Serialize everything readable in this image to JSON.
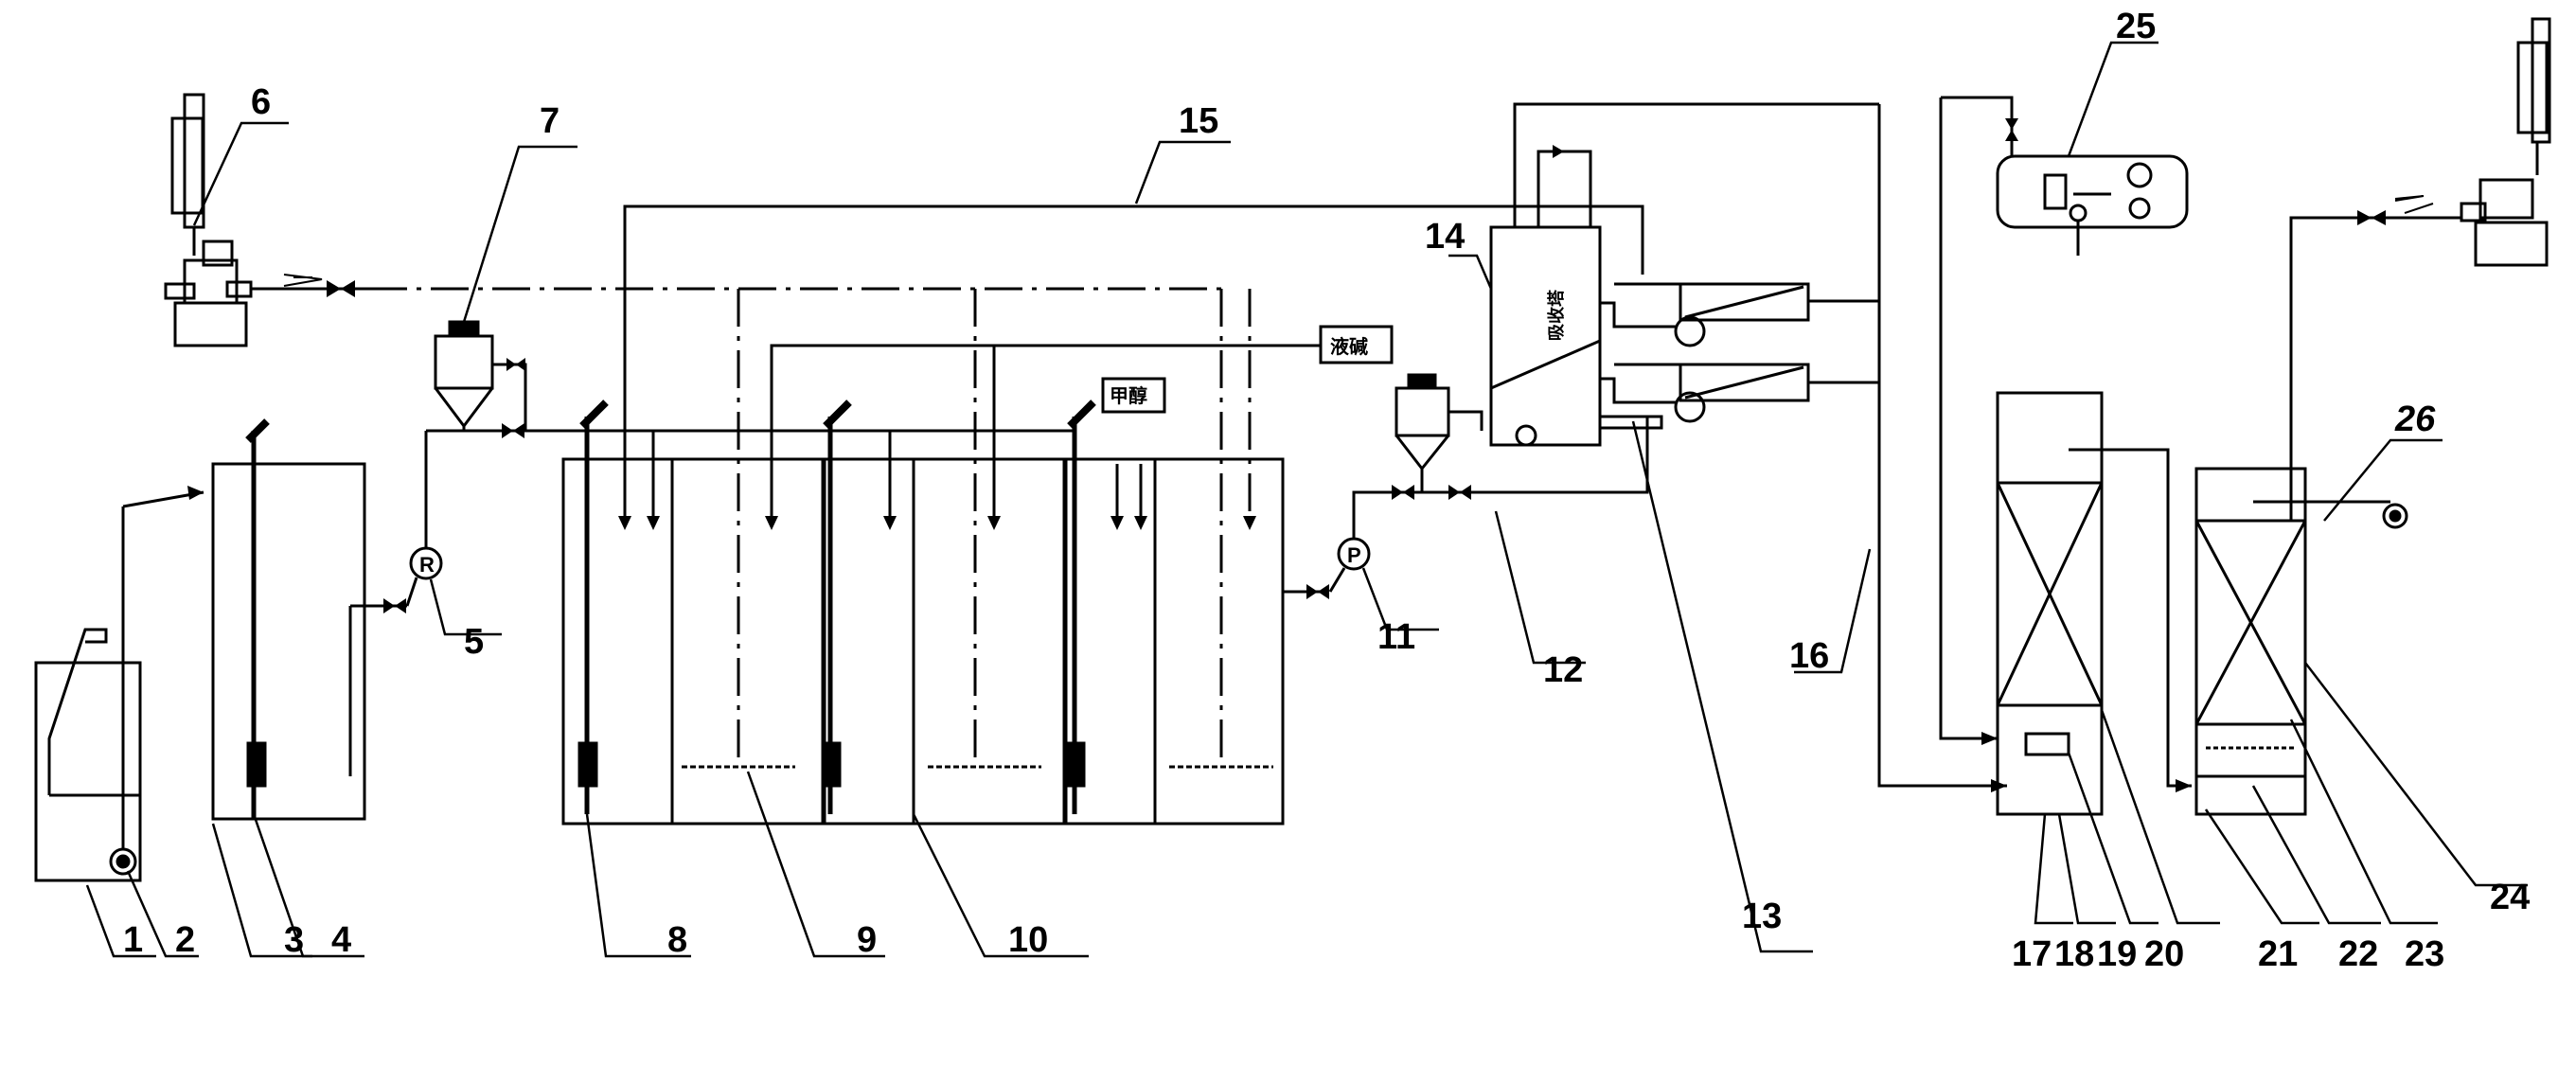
{
  "labels": {
    "l1": "1",
    "l2": "2",
    "l3": "3",
    "l4": "4",
    "l5": "5",
    "l6": "6",
    "l7": "7",
    "l8": "8",
    "l9": "9",
    "l10": "10",
    "l11": "11",
    "l12": "12",
    "l13": "13",
    "l14": "14",
    "l15": "15",
    "l16": "16",
    "l17": "17",
    "l18": "18",
    "l19": "19",
    "l20": "20",
    "l21": "21",
    "l22": "22",
    "l23": "23",
    "l24": "24",
    "l25": "25",
    "l26": "26"
  },
  "tags": {
    "tag_a": "液碱",
    "tag_b": "甲醇",
    "tower_text": "吸收塔"
  },
  "pump_letters": {
    "pump5": "R",
    "pump11": "P"
  }
}
